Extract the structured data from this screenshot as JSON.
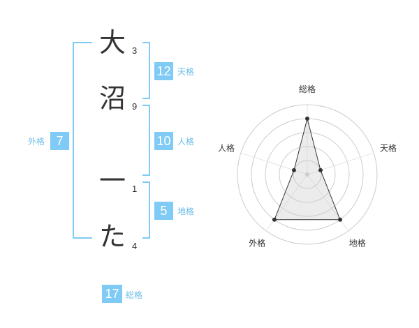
{
  "name": {
    "chars": [
      {
        "char": "大",
        "strokes": "3"
      },
      {
        "char": "沼",
        "strokes": "9"
      },
      {
        "char": "一",
        "strokes": "1"
      },
      {
        "char": "た",
        "strokes": "4"
      }
    ]
  },
  "fortunes": {
    "tenkaku": {
      "value": "12",
      "label": "天格"
    },
    "jinkaku": {
      "value": "10",
      "label": "人格"
    },
    "chikaku": {
      "value": "5",
      "label": "地格"
    },
    "gaikaku": {
      "value": "7",
      "label": "外格"
    },
    "soukaku": {
      "value": "17",
      "label": "総格"
    }
  },
  "colors": {
    "accent": "#7fcbf5",
    "label": "#6cbde9",
    "text": "#333333",
    "grid": "#cccccc"
  },
  "chart_data": {
    "type": "radar",
    "axes": [
      "総格",
      "天格",
      "地格",
      "外格",
      "人格"
    ],
    "rings": 5,
    "values": [
      4,
      1,
      4,
      4,
      1
    ],
    "max": 5
  }
}
